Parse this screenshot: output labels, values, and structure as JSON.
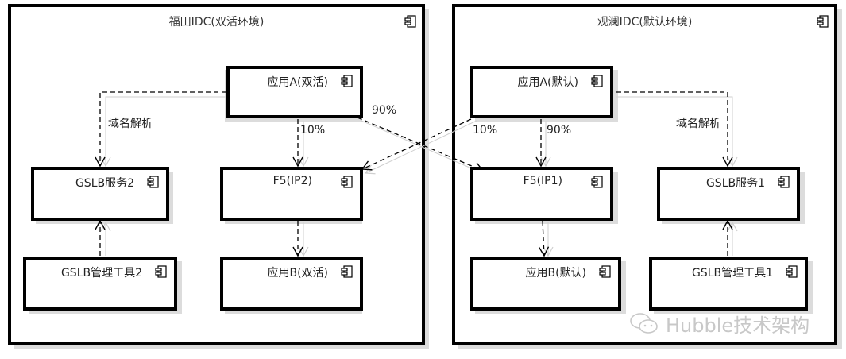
{
  "diagram": {
    "type": "UML component diagram",
    "packages": [
      {
        "id": "futian",
        "title": "福田IDC(双活环境)"
      },
      {
        "id": "guanlan",
        "title": "观澜IDC(默认环境)"
      }
    ],
    "components": {
      "futian_app_a": "应用A(双活)",
      "futian_gslb": "GSLB服务2",
      "futian_f5": "F5(IP2)",
      "futian_gslb_tool": "GSLB管理工具2",
      "futian_app_b": "应用B(双活)",
      "guanlan_app_a": "应用A(默认)",
      "guanlan_f5": "F5(IP1)",
      "guanlan_gslb": "GSLB服务1",
      "guanlan_app_b": "应用B(默认)",
      "guanlan_gslb_tool": "GSLB管理工具1"
    },
    "edge_labels": {
      "futian_dns": "域名解析",
      "futian_local": "10%",
      "futian_cross": "90%",
      "guanlan_cross": "10%",
      "guanlan_local": "90%",
      "guanlan_dns": "域名解析"
    },
    "edges": [
      {
        "from": "应用A(双活)",
        "to": "GSLB服务2",
        "label": "域名解析",
        "style": "dashed"
      },
      {
        "from": "应用A(双活)",
        "to": "F5(IP2)",
        "label": "10%",
        "style": "dashed"
      },
      {
        "from": "应用A(双活)",
        "to": "F5(IP1)",
        "label": "90%",
        "style": "dashed"
      },
      {
        "from": "GSLB管理工具2",
        "to": "GSLB服务2",
        "label": "",
        "style": "dashed"
      },
      {
        "from": "F5(IP2)",
        "to": "应用B(双活)",
        "label": "",
        "style": "dashed"
      },
      {
        "from": "应用A(默认)",
        "to": "F5(IP2)",
        "label": "10%",
        "style": "dashed"
      },
      {
        "from": "应用A(默认)",
        "to": "F5(IP1)",
        "label": "90%",
        "style": "dashed"
      },
      {
        "from": "应用A(默认)",
        "to": "GSLB服务1",
        "label": "域名解析",
        "style": "dashed"
      },
      {
        "from": "F5(IP1)",
        "to": "应用B(默认)",
        "label": "",
        "style": "dashed"
      },
      {
        "from": "GSLB管理工具1",
        "to": "GSLB服务1",
        "label": "",
        "style": "dashed"
      }
    ],
    "icon": "uml-component-icon"
  },
  "watermark": {
    "text": "Hubble技术架构",
    "icon": "wechat-icon"
  }
}
